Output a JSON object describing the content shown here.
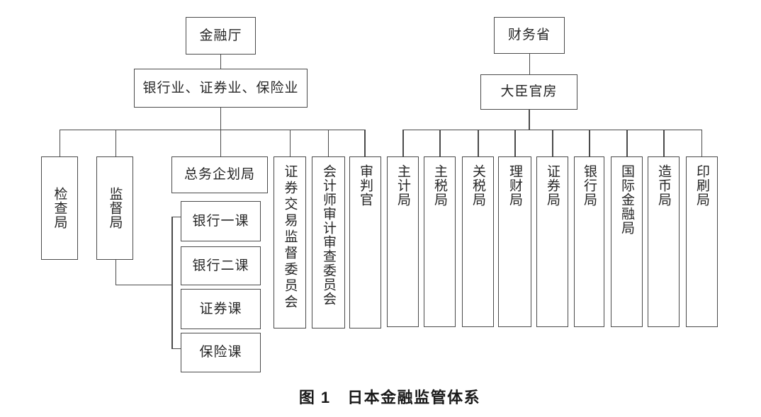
{
  "figure": {
    "caption": "图 1　日本金融监管体系"
  },
  "nodes": {
    "fsa": {
      "label": "金融厅"
    },
    "industries": {
      "label": "银行业、证券业、保险业"
    },
    "inspection_bureau": {
      "label": "检查局"
    },
    "supervision_bureau": {
      "label": "监督局"
    },
    "general_planning_bureau": {
      "label": "总务企划局"
    },
    "banking_division_1": {
      "label": "银行一课"
    },
    "banking_division_2": {
      "label": "银行二课"
    },
    "securities_division": {
      "label": "证券课"
    },
    "insurance_division": {
      "label": "保险课"
    },
    "securities_surveillance_commission": {
      "label": "证券交易监督委员会"
    },
    "cpa_audit_review_board": {
      "label": "会计师审计审查委员会"
    },
    "adjudicator": {
      "label": "审判官"
    },
    "mof": {
      "label": "财务省"
    },
    "ministers_secretariat": {
      "label": "大臣官房"
    },
    "budget_bureau": {
      "label": "主计局"
    },
    "tax_bureau": {
      "label": "主税局"
    },
    "customs_bureau": {
      "label": "关税局"
    },
    "financial_bureau": {
      "label": "理财局"
    },
    "securities_bureau": {
      "label": "证券局"
    },
    "banking_bureau": {
      "label": "银行局"
    },
    "international_finance_bureau": {
      "label": "国际金融局"
    },
    "mint_bureau": {
      "label": "造币局"
    },
    "printing_bureau": {
      "label": "印刷局"
    }
  },
  "colors": {
    "line": "#4a4a4a",
    "text": "#262626",
    "background": "#ffffff"
  }
}
